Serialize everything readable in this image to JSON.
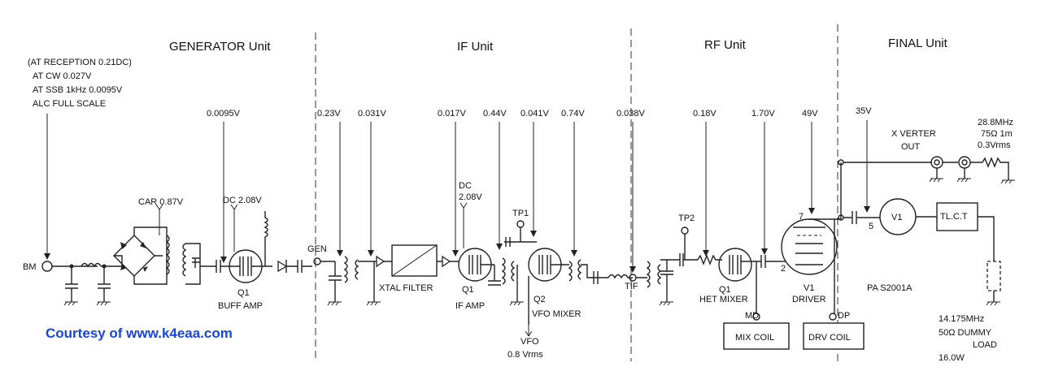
{
  "units": {
    "generator": "GENERATOR Unit",
    "if": "IF Unit",
    "rf": "RF Unit",
    "final": "FINAL Unit"
  },
  "conditions": {
    "line1": "(AT RECEPTION 0.21DC)",
    "line2": "AT CW 0.027V",
    "line3": "AT SSB 1kHz 0.0095V",
    "line4": "ALC FULL SCALE"
  },
  "generator": {
    "bm": "BM",
    "tp_buff": "0.0095V",
    "car": "CAR 0.87V",
    "dc": "DC 2.08V",
    "q1": "Q1",
    "buff_amp": "BUFF AMP",
    "gen": "GEN"
  },
  "if_unit": {
    "v1": "0.23V",
    "v2": "0.031V",
    "xtal": "XTAL FILTER",
    "v3": "0.017V",
    "dc": "DC",
    "dc_val": "2.08V",
    "v4": "0.44V",
    "v5": "0.041V",
    "v6": "0.74V",
    "tp1": "TP1",
    "q1": "Q1",
    "if_amp": "IF AMP",
    "q2": "Q2",
    "vfo_mixer": "VFO MIXER",
    "vfo": "VFO",
    "vfo_val": "0.8 Vrms"
  },
  "rf_unit": {
    "v_tif": "0.038V",
    "tif": "TIF",
    "tp2": "TP2",
    "v1": "0.18V",
    "v2": "1.70V",
    "v3": "49V",
    "q1": "Q1",
    "het_mixer": "HET MIXER",
    "md": "MD",
    "mix_coil": "MIX COIL",
    "v1_tube": "V1",
    "driver": "DRIVER",
    "dp": "DP",
    "drv_coil": "DRV COIL",
    "pin7": "7",
    "pin2": "2"
  },
  "final_unit": {
    "v": "35V",
    "xverter1": "X VERTER",
    "xverter2": "OUT",
    "f1": "28.8MHz",
    "f2": "75Ω 1m",
    "f3": "0.3Vrms",
    "v1": "V1",
    "pin5": "5",
    "tlct": "TL.C.T",
    "pa": "PA S2001A",
    "load1": "14.175MHz",
    "load2": "50Ω  DUMMY",
    "load3": "LOAD",
    "load4": "16.0W"
  },
  "courtesy": "Courtesy of www.k4eaa.com"
}
